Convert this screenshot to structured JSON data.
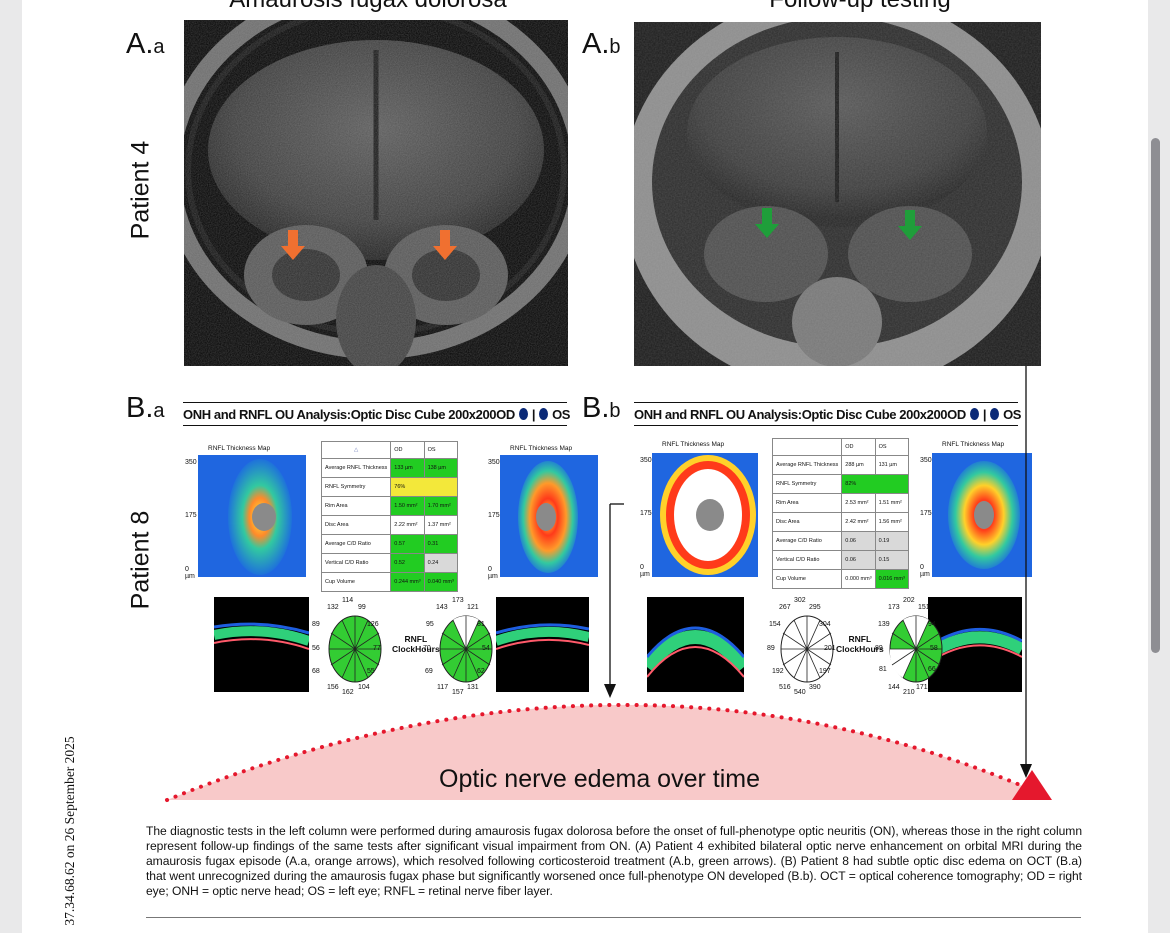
{
  "titles": {
    "left": "Amaurosis fugax dolorosa",
    "right": "Follow-up testing"
  },
  "panels": {
    "aa": {
      "main": "A.",
      "sub": "a"
    },
    "ab": {
      "main": "A.",
      "sub": "b"
    },
    "ba": {
      "main": "B.",
      "sub": "a"
    },
    "bb": {
      "main": "B.",
      "sub": "b"
    }
  },
  "rows": {
    "patient4": "Patient 4",
    "patient8": "Patient 8"
  },
  "oct": {
    "header_title": "ONH and RNFL OU Analysis:Optic Disc Cube 200x200",
    "od": "OD",
    "os": "OS",
    "thickness_map_title": "RNFL Thickness Map",
    "scale_top": "350",
    "scale_mid": "175",
    "scale_bottom": "0 µm",
    "col_od": "OD",
    "col_os": "OS",
    "clock_caption": "RNFL\nClockHours",
    "row_labels": [
      "Average RNFL Thickness",
      "RNFL Symmetry",
      "Rim Area",
      "Disc Area",
      "Average C/D Ratio",
      "Vertical C/D Ratio",
      "Cup Volume"
    ],
    "left": {
      "od": [
        "133 µm",
        "",
        "1.50 mm²",
        "2.22 mm²",
        "0.57",
        "0.52",
        "0.244 mm³"
      ],
      "os": [
        "138 µm",
        "",
        "1.70 mm²",
        "1.37 mm²",
        "0.31",
        "0.24",
        "0.040 mm³"
      ],
      "symmetry": "76%",
      "clock_od": [
        "114",
        "99",
        "126",
        "77",
        "55",
        "104",
        "162",
        "156",
        "68",
        "56",
        "89",
        "132"
      ],
      "clock_os": [
        "173",
        "121",
        "81",
        "54",
        "62",
        "131",
        "157",
        "117",
        "69",
        "70",
        "95",
        "143"
      ]
    },
    "right": {
      "od": [
        "288 µm",
        "",
        "2.53 mm²",
        "2.42 mm²",
        "0.06",
        "0.06",
        "0.000 mm³"
      ],
      "os": [
        "131 µm",
        "",
        "1.51 mm²",
        "1.56 mm²",
        "0.19",
        "0.15",
        "0.016 mm³"
      ],
      "symmetry": "82%",
      "clock_od": [
        "302",
        "295",
        "304",
        "201",
        "197",
        "390",
        "540",
        "516",
        "192",
        "89",
        "154",
        "267"
      ],
      "clock_os": [
        "202",
        "151",
        "94",
        "58",
        "66",
        "171",
        "210",
        "144",
        "81",
        "89",
        "139",
        "173"
      ]
    }
  },
  "timeline": {
    "label": "Optic nerve edema over time"
  },
  "watermark": "37.34.68.62 on 26 September 2025",
  "caption": "The diagnostic tests in the left column were performed during amaurosis fugax dolorosa before the onset of full-phenotype optic neuritis (ON), whereas those in the right column represent follow-up findings of the same tests after significant visual impairment from ON. (A) Patient 4 exhibited bilateral optic nerve enhancement on orbital MRI during the amaurosis fugax episode (A.a, orange arrows), which resolved following corticosteroid treatment (A.b, green arrows). (B) Patient 8 had subtle optic disc edema on OCT (B.a) that went unrecognized during the amaurosis fugax phase but significantly worsened once full-phenotype ON developed (B.b). OCT = optical coherence tomography; OD = right eye; ONH = optic nerve head; OS = left eye; RNFL = retinal nerve fiber layer.",
  "colors": {
    "orange_arrow": "#f07030",
    "green_arrow": "#1f9e3a",
    "edema_fill": "#f8c9c9",
    "edema_dots": "#e5182d",
    "green_cell": "#22cc22",
    "yellow_cell": "#f3e83a"
  }
}
